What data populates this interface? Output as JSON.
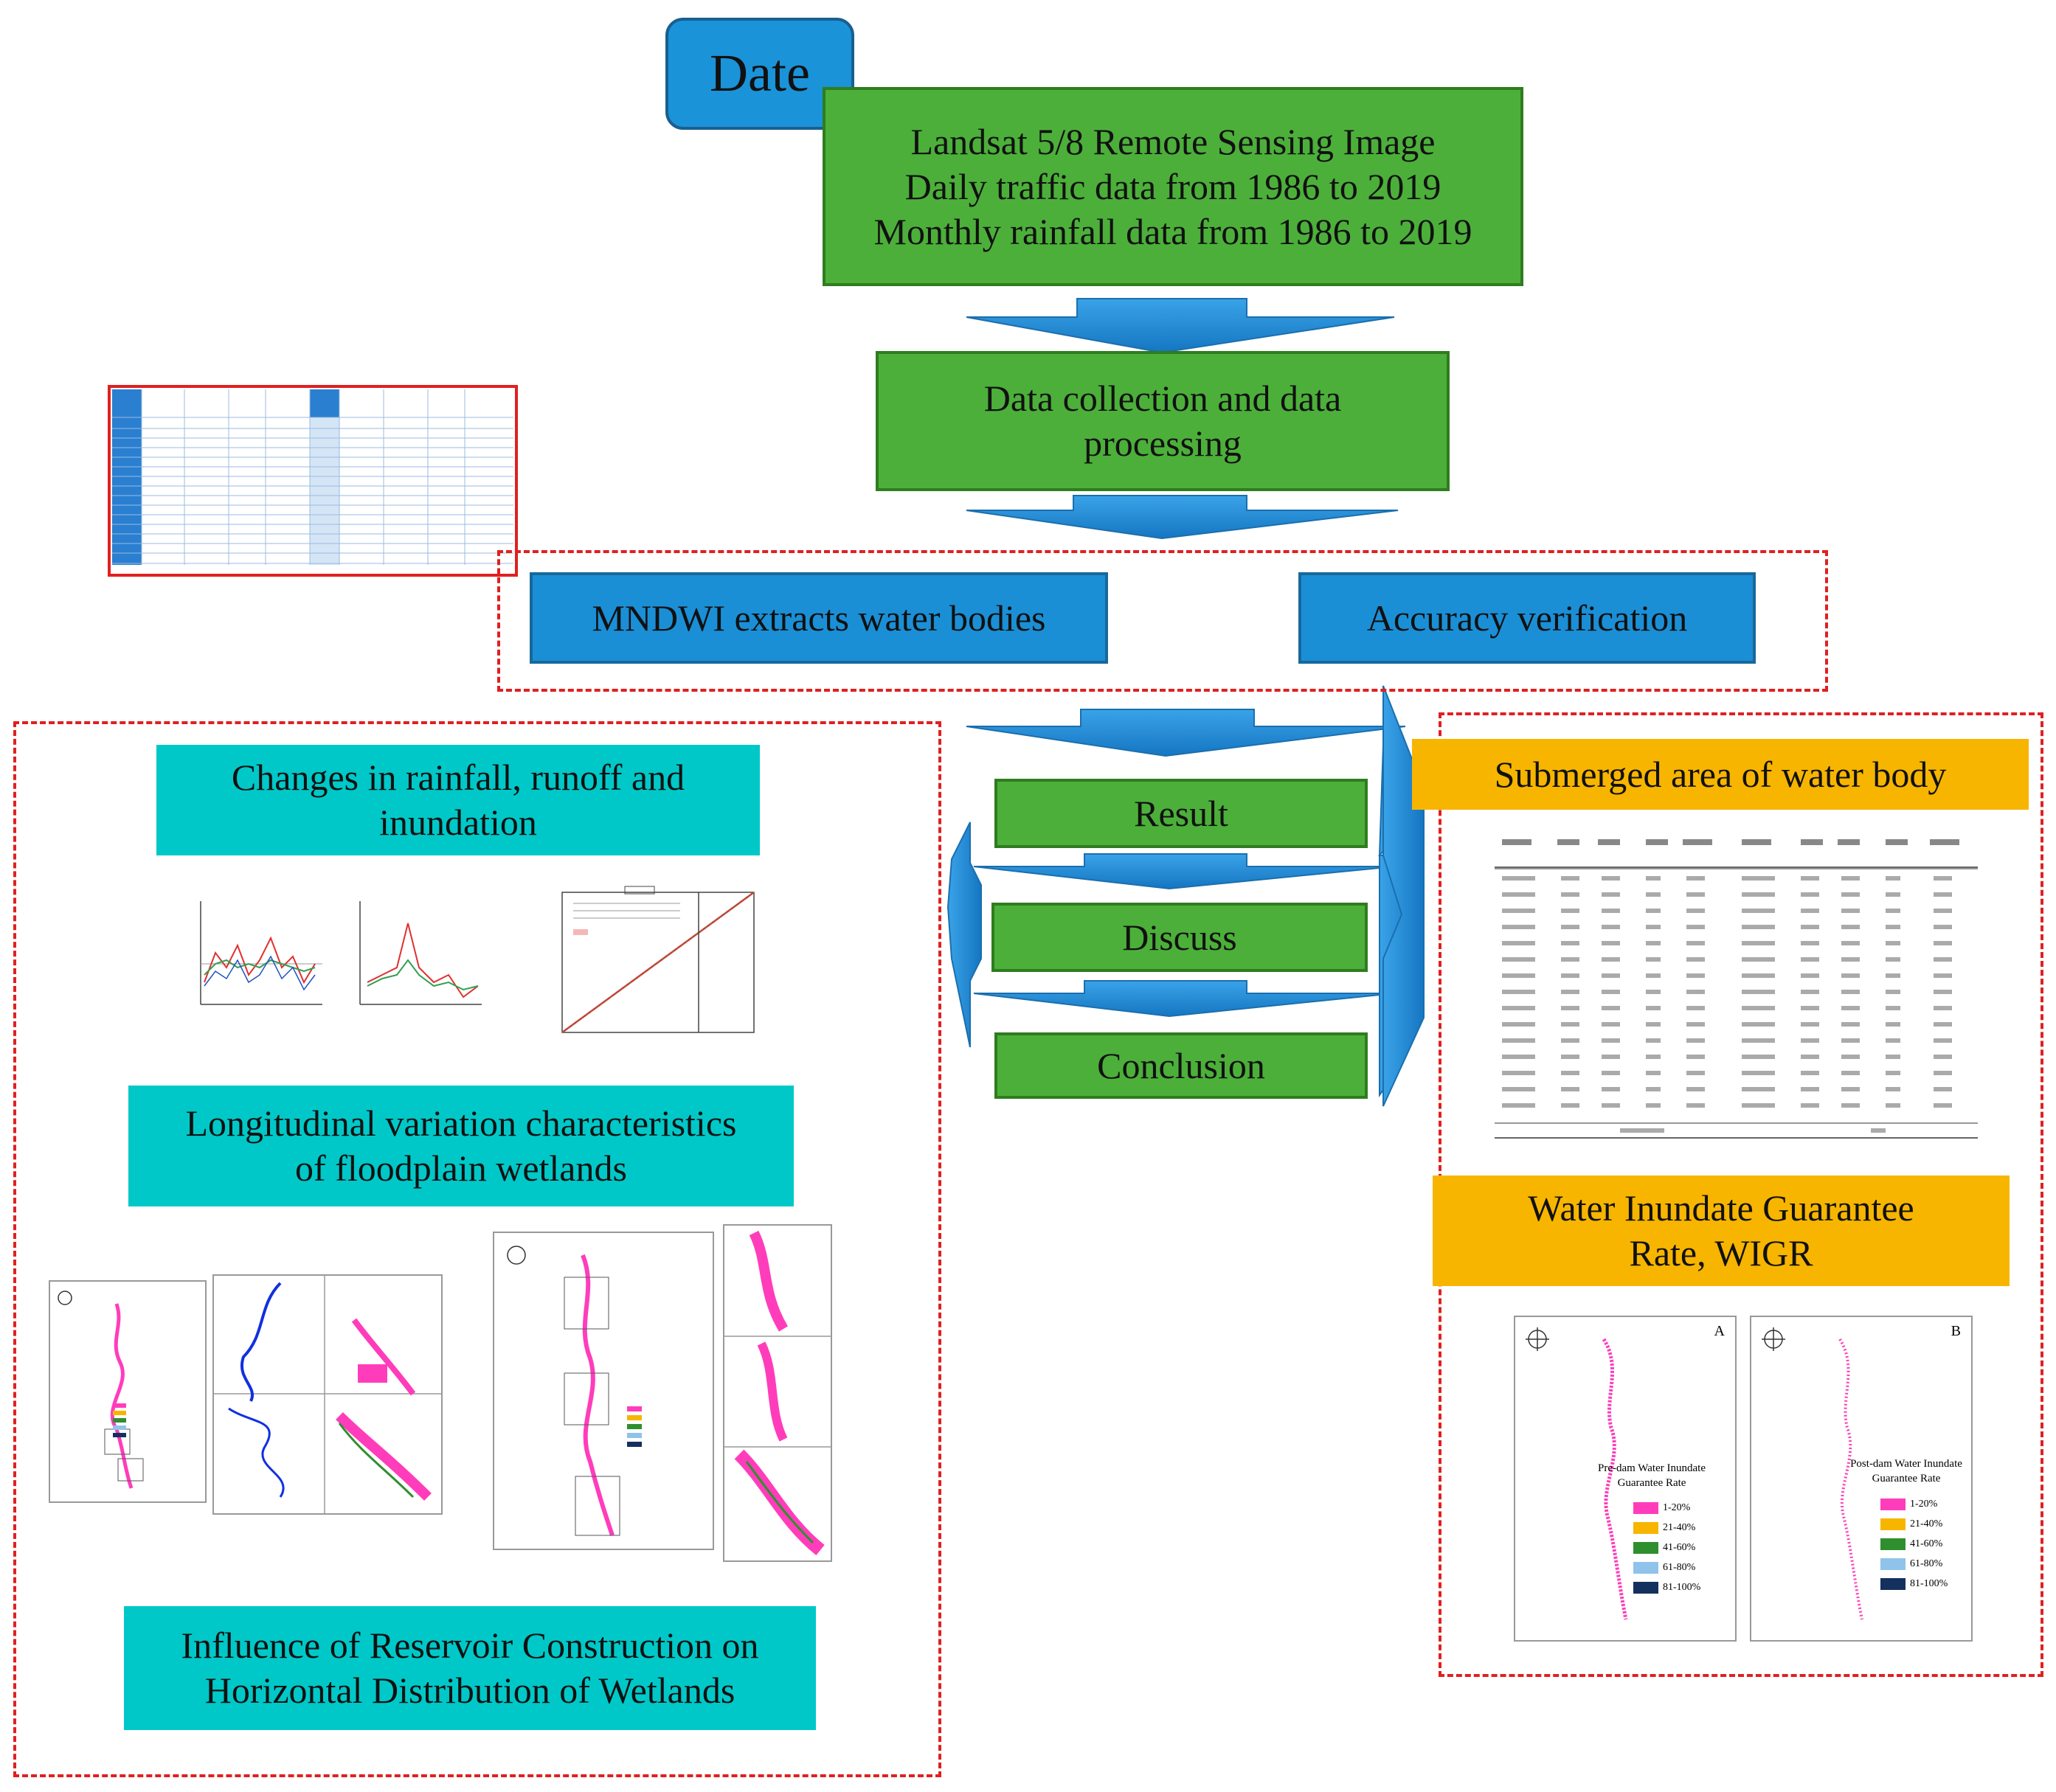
{
  "title_box": {
    "label": "Date"
  },
  "data_box": {
    "lines": [
      "Landsat 5/8  Remote Sensing Image",
      "Daily traffic data from 1986 to 2019",
      "Monthly rainfall data from 1986 to 2019"
    ]
  },
  "collection_box": {
    "lines": [
      "Data collection and data",
      "processing"
    ]
  },
  "mndwi_box": {
    "label": "MNDWI extracts water bodies"
  },
  "accuracy_box": {
    "label": "Accuracy verification"
  },
  "result_box": {
    "label": "Result"
  },
  "discuss_box": {
    "label": "Discuss"
  },
  "conclusion_box": {
    "label": "Conclusion"
  },
  "left_panel": {
    "rainfall_box": {
      "lines": [
        "Changes in rainfall, runoff and",
        "inundation"
      ]
    },
    "longitudinal_box": {
      "lines": [
        "Longitudinal variation characteristics",
        "of floodplain wetlands"
      ]
    },
    "reservoir_box": {
      "lines": [
        "Influence of Reservoir Construction on",
        "Horizontal Distribution of Wetlands"
      ]
    }
  },
  "right_panel": {
    "submerged_box": {
      "label": "Submerged area of water body"
    },
    "wigr_box": {
      "lines": [
        "Water Inundate Guarantee",
        "Rate, WIGR"
      ]
    },
    "map_a": {
      "label": "A",
      "legend_title": [
        "Pre-dam Water Inundate",
        "Guarantee Rate"
      ]
    },
    "map_b": {
      "label": "B",
      "legend_title": [
        "Post-dam Water Inundate",
        "Guarantee Rate"
      ]
    },
    "legend_items": [
      "1-20%",
      "21-40%",
      "41-60%",
      "61-80%",
      "81-100%"
    ]
  },
  "colors": {
    "green": "#4caf3a",
    "blue": "#1b8fd6",
    "teal": "#00c8c8",
    "gold": "#f7b500",
    "dashed_border": "#e02020",
    "legend": [
      "#ff3dbb",
      "#f7b500",
      "#2f8f2f",
      "#8fc3ea",
      "#14305e"
    ]
  }
}
